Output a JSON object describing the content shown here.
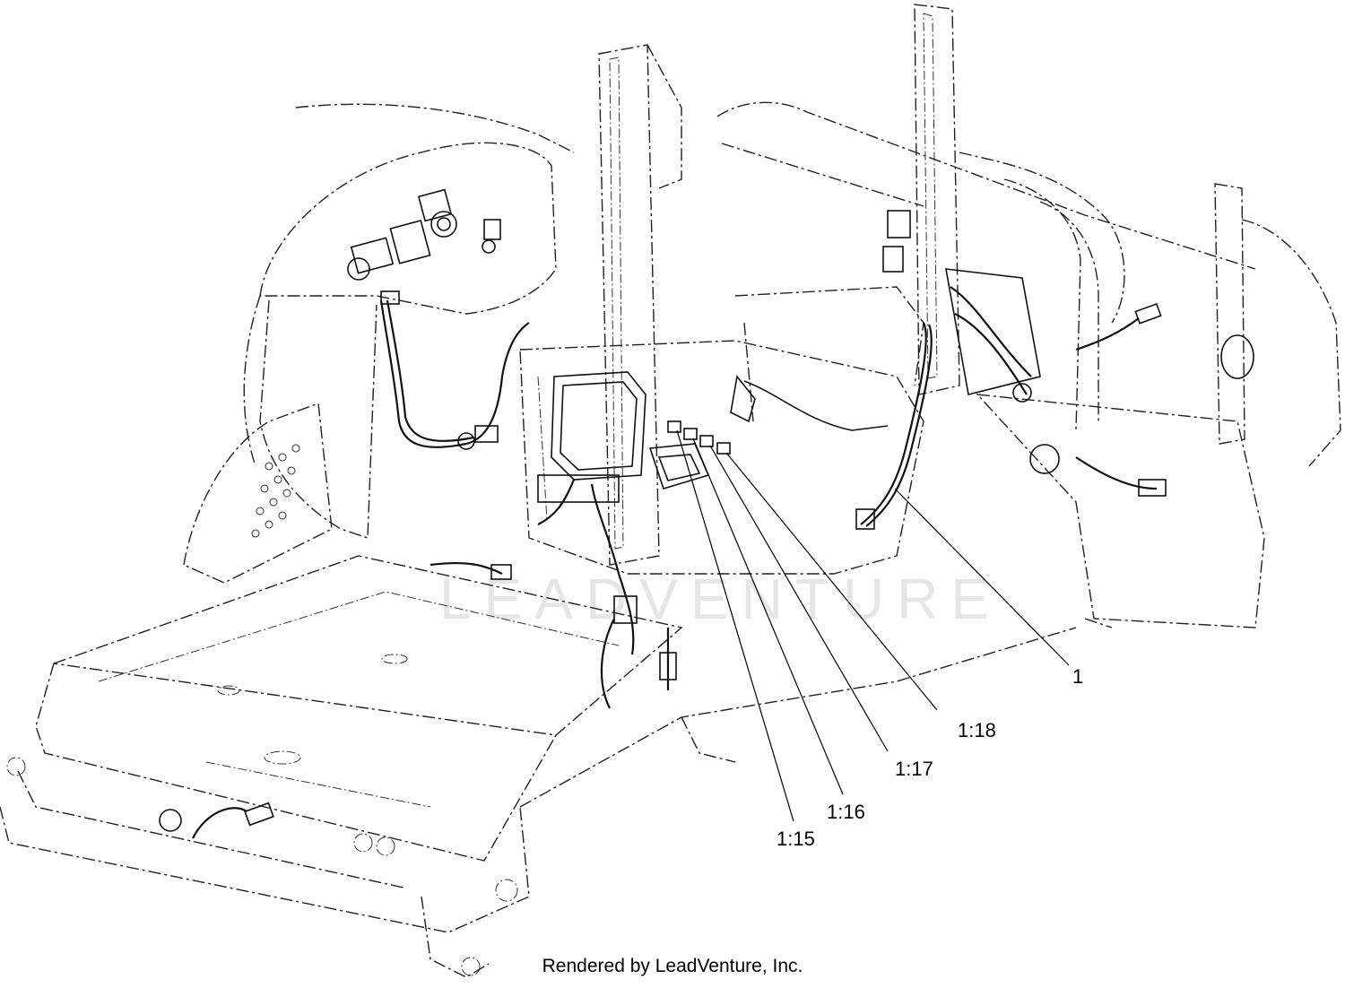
{
  "diagram": {
    "callouts": [
      {
        "id": "1",
        "label": "1"
      },
      {
        "id": "1-18",
        "label": "1:18"
      },
      {
        "id": "1-17",
        "label": "1:17"
      },
      {
        "id": "1-16",
        "label": "1:16"
      },
      {
        "id": "1-15",
        "label": "1:15"
      }
    ],
    "watermark": "LEADVENTURE",
    "credit": "Rendered by LeadVenture, Inc."
  }
}
